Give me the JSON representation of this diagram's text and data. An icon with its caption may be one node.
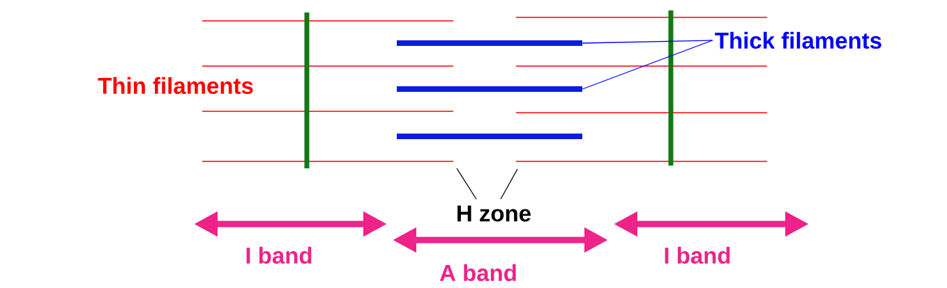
{
  "diagram": {
    "nodes": [
      {
        "text": [],
        "shape": "bar"
      },
      {
        "text": [],
        "shape": "bar"
      },
      {
        "text": [],
        "shape": "bar"
      },
      {
        "text": [
          "Thick filaments"
        ]
      },
      {
        "text": [
          "H zone"
        ]
      }
    ],
    "edges": [
      {
        "from": 3,
        "to": 0,
        "arrow": "none",
        "color": "#0000ff"
      },
      {
        "from": 3,
        "to": 1,
        "arrow": "none",
        "color": "#0000ff"
      },
      {
        "from": 4,
        "to": null,
        "arrow": "none",
        "color": "#000000"
      },
      {
        "from": 4,
        "to": null,
        "arrow": "none",
        "color": "#000000"
      }
    ],
    "labels": [
      "Thin filaments",
      "I band",
      "A band",
      "I band"
    ]
  }
}
